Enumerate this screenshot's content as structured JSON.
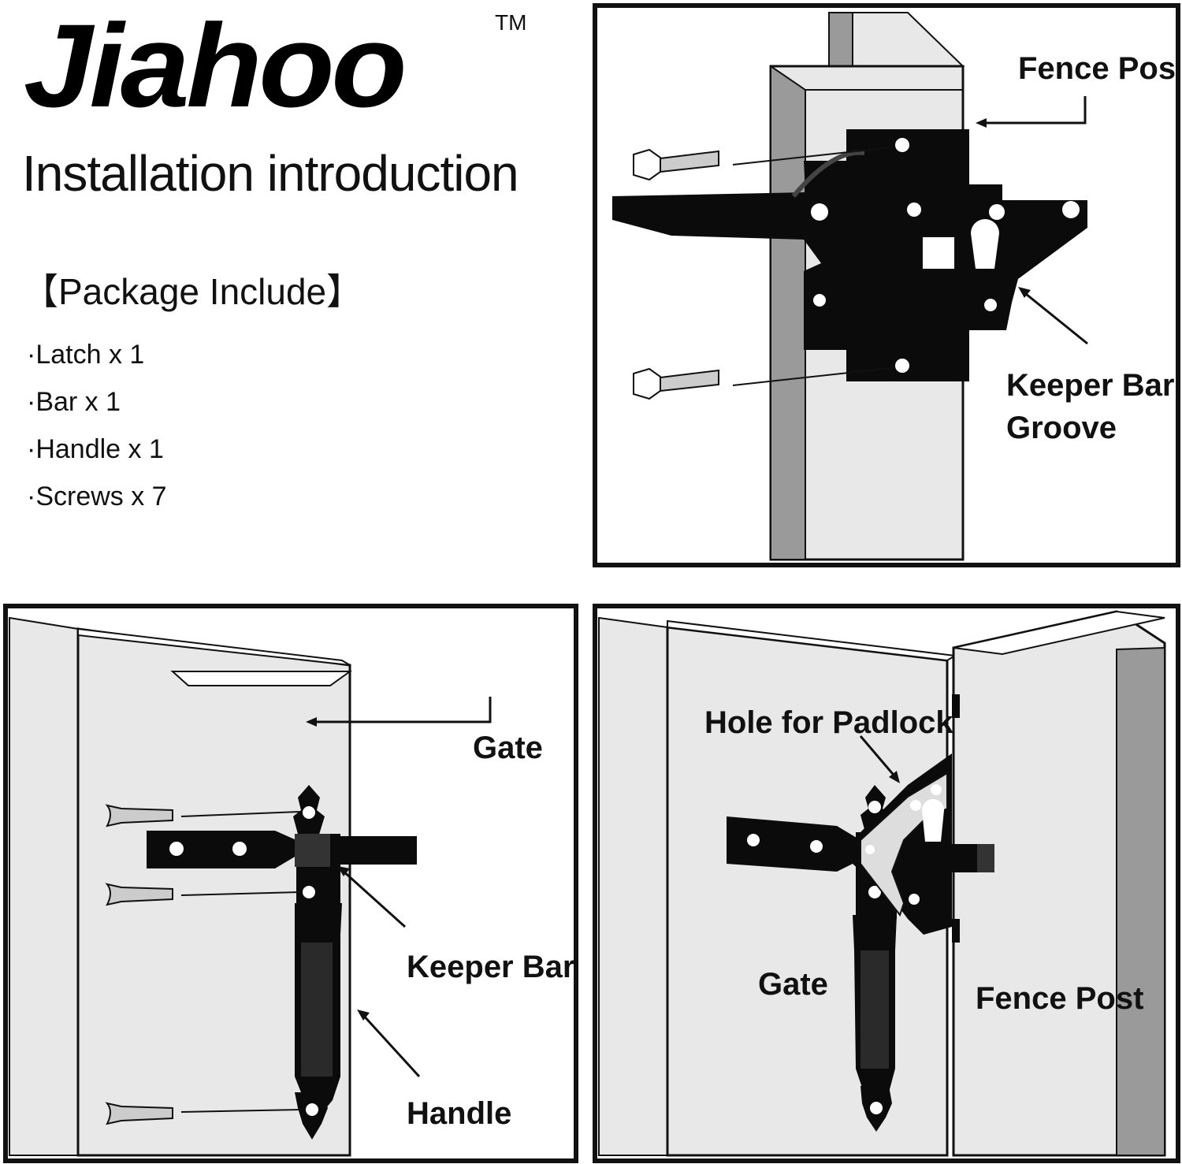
{
  "brand": {
    "name": "Jiahoo",
    "trademark": "TM"
  },
  "subtitle": "Installation introduction",
  "package": {
    "title": "【Package Include】",
    "items": [
      "·Latch x 1",
      "·Bar x 1",
      "·Handle x 1",
      "·Screws x 7"
    ]
  },
  "panels": {
    "latch": {
      "fence_post": "Fence Post",
      "keeper_groove_1": "Keeper Bar",
      "keeper_groove_2": "Groove"
    },
    "gate_side": {
      "gate": "Gate",
      "keeper_bar": "Keeper Bar",
      "handle": "Handle"
    },
    "assembled": {
      "padlock": "Hole for Padlock",
      "gate": "Gate",
      "fence_post": "Fence Post"
    }
  },
  "colors": {
    "panel_fill": "#e8e8e8",
    "post_shade": "#9a9a9a",
    "hardware": "#0b0b0b",
    "border": "#111111"
  }
}
